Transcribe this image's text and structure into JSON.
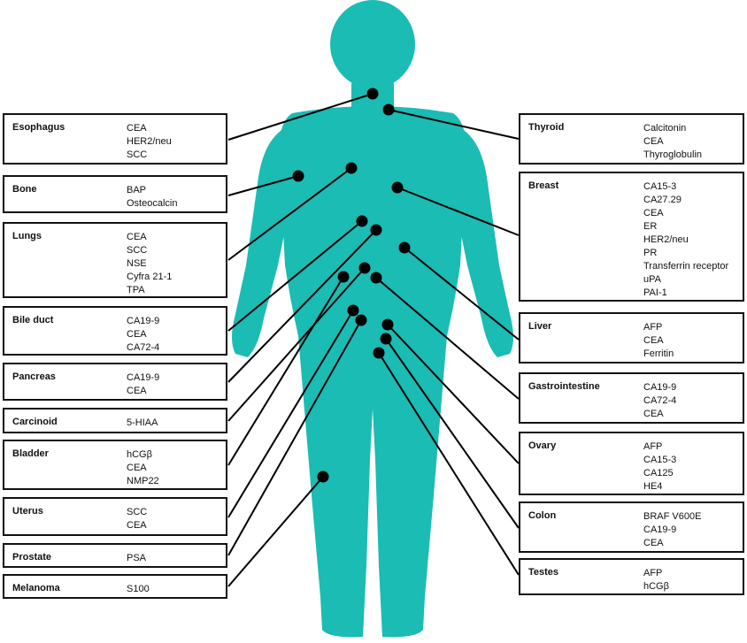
{
  "colors": {
    "body": "#1ABCB4",
    "lines": "#000000",
    "dots": "#000000",
    "box_border": "#111111"
  },
  "organs": {
    "esophagus": {
      "name": "Esophagus",
      "markers": [
        "CEA",
        "HER2/neu",
        "SCC"
      ]
    },
    "bone": {
      "name": "Bone",
      "markers": [
        "BAP",
        "Osteocalcin"
      ]
    },
    "lungs": {
      "name": "Lungs",
      "markers": [
        "CEA",
        "SCC",
        "NSE",
        "Cyfra 21-1",
        "TPA"
      ]
    },
    "bile_duct": {
      "name": "Bile duct",
      "markers": [
        "CA19-9",
        "CEA",
        "CA72-4"
      ]
    },
    "pancreas": {
      "name": "Pancreas",
      "markers": [
        "CA19-9",
        "CEA"
      ]
    },
    "carcinoid": {
      "name": "Carcinoid",
      "markers": [
        "5-HIAA"
      ]
    },
    "bladder": {
      "name": "Bladder",
      "markers": [
        "hCGβ",
        "CEA",
        "NMP22"
      ]
    },
    "uterus": {
      "name": "Uterus",
      "markers": [
        "SCC",
        "CEA"
      ]
    },
    "prostate": {
      "name": "Prostate",
      "markers": [
        "PSA"
      ]
    },
    "melanoma": {
      "name": "Melanoma",
      "markers": [
        "S100"
      ]
    },
    "thyroid": {
      "name": "Thyroid",
      "markers": [
        "Calcitonin",
        "CEA",
        "Thyroglobulin"
      ]
    },
    "breast": {
      "name": "Breast",
      "markers": [
        "CA15-3",
        "CA27.29",
        "CEA",
        "ER",
        "HER2/neu",
        "PR",
        "Transferrin receptor",
        "uPA",
        "PAI-1"
      ]
    },
    "liver": {
      "name": "Liver",
      "markers": [
        "AFP",
        "CEA",
        "Ferritin"
      ]
    },
    "gastrointestine": {
      "name": "Gastrointestine",
      "markers": [
        "CA19-9",
        "CA72-4",
        "CEA"
      ]
    },
    "ovary": {
      "name": "Ovary",
      "markers": [
        "AFP",
        "CA15-3",
        "CA125",
        "HE4"
      ]
    },
    "colon": {
      "name": "Colon",
      "markers": [
        "BRAF V600E",
        "CA19-9",
        "CEA"
      ]
    },
    "testes": {
      "name": "Testes",
      "markers": [
        "AFP",
        "hCGβ"
      ]
    }
  }
}
